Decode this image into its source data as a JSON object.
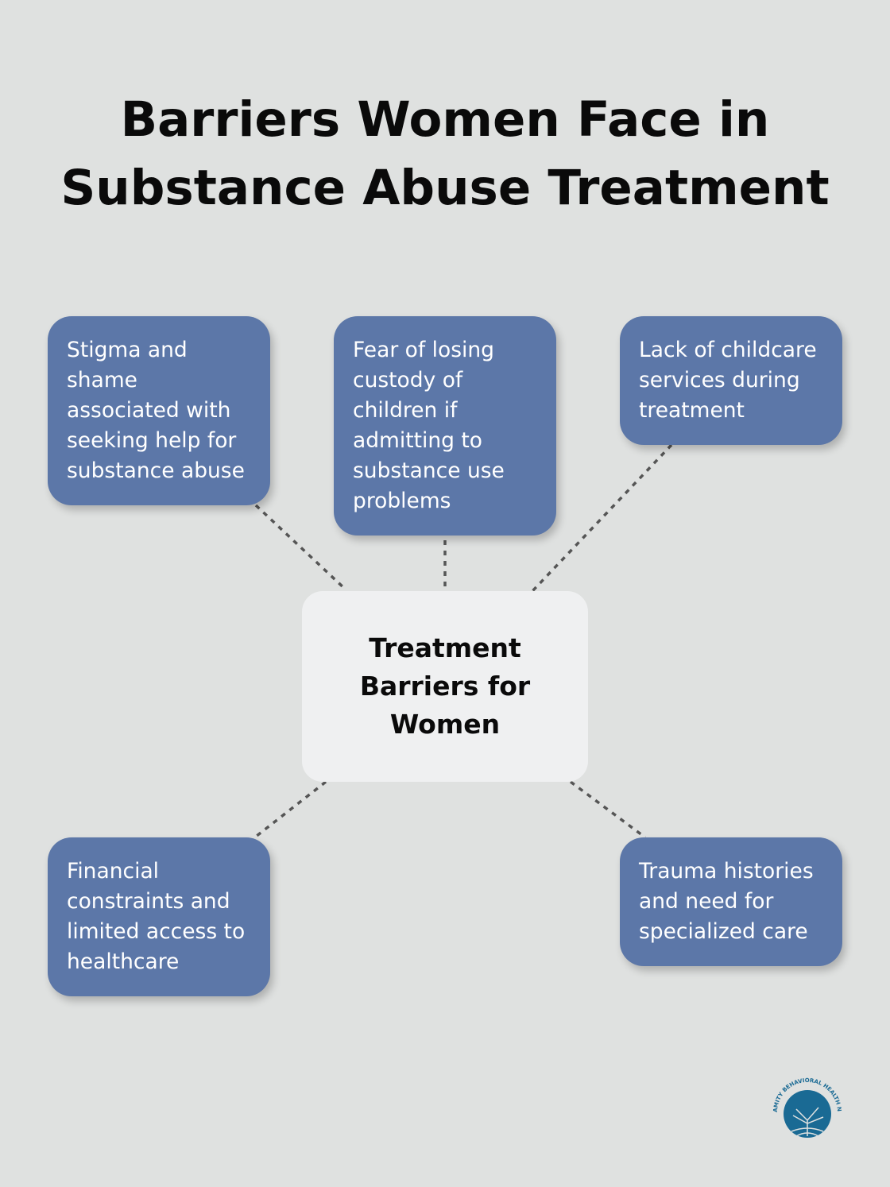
{
  "title": "Barriers Women Face in Substance Abuse Treatment",
  "center": "Treatment Barriers for Women",
  "barriers": [
    "Stigma and shame associated with seeking help for substance abuse",
    "Fear of losing custody of children if admitting to substance use problems",
    "Lack of childcare services during treatment",
    "Financial constraints and limited access to healthcare",
    "Trauma histories and need for specialized care"
  ],
  "logo_text": "AMITY BEHAVIORAL HEALTH NETWORK",
  "colors": {
    "box": "#5c77a8",
    "background": "#dfe1e0",
    "center": "#eff0f1",
    "logo": "#1a6a94"
  }
}
